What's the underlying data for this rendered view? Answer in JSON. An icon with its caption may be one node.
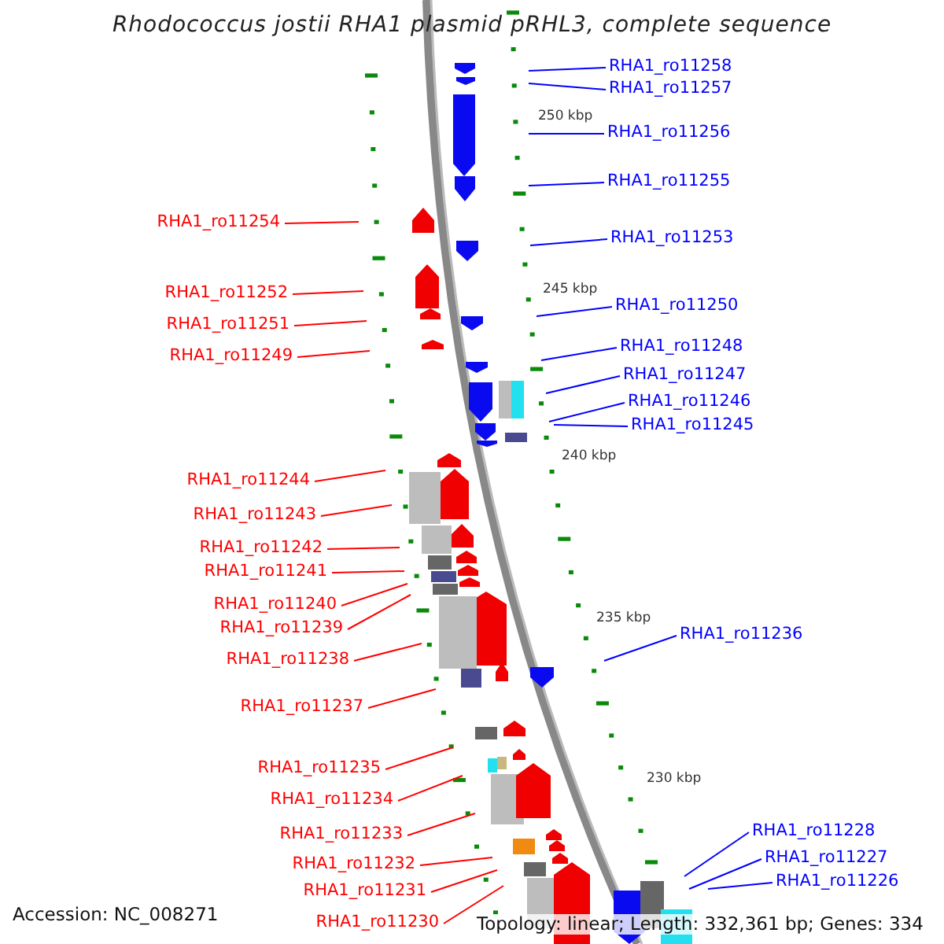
{
  "diagram": {
    "title": "Rhodococcus jostii RHA1 plasmid pRHL3, complete sequence",
    "nodes": [
      {
        "text": [
          "RHA1_ro11258"
        ]
      },
      {
        "text": [
          "RHA1_ro11257"
        ]
      },
      {
        "text": [
          "RHA1_ro11256"
        ]
      },
      {
        "text": [
          "RHA1_ro11255"
        ]
      },
      {
        "text": [
          "RHA1_ro11254"
        ]
      },
      {
        "text": [
          "RHA1_ro11253"
        ]
      },
      {
        "text": [
          "RHA1_ro11252"
        ]
      },
      {
        "text": [
          "RHA1_ro11250"
        ]
      },
      {
        "text": [
          "RHA1_ro11251"
        ]
      },
      {
        "text": [
          "RHA1_ro11248"
        ]
      },
      {
        "text": [
          "RHA1_ro11249"
        ]
      },
      {
        "text": [
          "RHA1_ro11247"
        ]
      },
      {
        "text": [
          "RHA1_ro11246"
        ]
      },
      {
        "text": [
          "RHA1_ro11245"
        ]
      },
      {
        "text": [
          "RHA1_ro11244"
        ]
      },
      {
        "text": [
          "RHA1_ro11243"
        ]
      },
      {
        "text": [
          "RHA1_ro11242"
        ]
      },
      {
        "text": [
          "RHA1_ro11241"
        ]
      },
      {
        "text": [
          "RHA1_ro11240"
        ]
      },
      {
        "text": [
          "RHA1_ro11239"
        ]
      },
      {
        "text": [
          "RHA1_ro11236"
        ]
      },
      {
        "text": [
          "RHA1_ro11238"
        ]
      },
      {
        "text": [
          "RHA1_ro11237"
        ]
      },
      {
        "text": [
          "RHA1_ro11235"
        ]
      },
      {
        "text": [
          "RHA1_ro11234"
        ]
      },
      {
        "text": [
          "RHA1_ro11228"
        ]
      },
      {
        "text": [
          "RHA1_ro11233"
        ]
      },
      {
        "text": [
          "RHA1_ro11227"
        ]
      },
      {
        "text": [
          "RHA1_ro11232"
        ]
      },
      {
        "text": [
          "RHA1_ro11226"
        ]
      },
      {
        "text": [
          "RHA1_ro11231"
        ]
      },
      {
        "text": [
          "RHA1_ro11230"
        ]
      }
    ],
    "edges": [
      {
        "from": 0,
        "to": null,
        "arrow": "none",
        "color": "#0000ff"
      },
      {
        "from": 1,
        "to": null,
        "arrow": "none",
        "color": "#0000ff"
      },
      {
        "from": 2,
        "to": null,
        "arrow": "none",
        "color": "#0000ff"
      },
      {
        "from": 3,
        "to": null,
        "arrow": "none",
        "color": "#0000ff"
      },
      {
        "from": 4,
        "to": null,
        "arrow": "none"
      },
      {
        "from": 5,
        "to": null,
        "arrow": "none",
        "color": "#0000ff"
      },
      {
        "from": 6,
        "to": null,
        "arrow": "none"
      },
      {
        "from": 7,
        "to": null,
        "arrow": "none",
        "color": "#0000ff"
      },
      {
        "from": 8,
        "to": null,
        "arrow": "none"
      },
      {
        "from": 9,
        "to": null,
        "arrow": "none",
        "color": "#0000ff"
      },
      {
        "from": 10,
        "to": null,
        "arrow": "none"
      },
      {
        "from": 11,
        "to": null,
        "arrow": "none",
        "color": "#0000ff"
      },
      {
        "from": 12,
        "to": null,
        "arrow": "none",
        "color": "#0000ff"
      },
      {
        "from": 13,
        "to": null,
        "arrow": "none",
        "color": "#0000ff"
      },
      {
        "from": 14,
        "to": null,
        "arrow": "none"
      },
      {
        "from": 15,
        "to": null,
        "arrow": "none"
      },
      {
        "from": 16,
        "to": null,
        "arrow": "none"
      },
      {
        "from": 17,
        "to": null,
        "arrow": "none"
      },
      {
        "from": 18,
        "to": null,
        "arrow": "none"
      },
      {
        "from": 19,
        "to": null,
        "arrow": "none"
      },
      {
        "from": 20,
        "to": null,
        "arrow": "none",
        "color": "#0000ff"
      },
      {
        "from": 21,
        "to": null,
        "arrow": "none"
      },
      {
        "from": 22,
        "to": null,
        "arrow": "none"
      },
      {
        "from": 23,
        "to": null,
        "arrow": "none"
      },
      {
        "from": 24,
        "to": null,
        "arrow": "none"
      },
      {
        "from": 25,
        "to": null,
        "arrow": "none",
        "color": "#0000ff"
      },
      {
        "from": 26,
        "to": null,
        "arrow": "none"
      },
      {
        "from": 27,
        "to": null,
        "arrow": "none",
        "color": "#0000ff"
      },
      {
        "from": 28,
        "to": null,
        "arrow": "none"
      },
      {
        "from": 29,
        "to": null,
        "arrow": "none",
        "color": "#0000ff"
      },
      {
        "from": 30,
        "to": null,
        "arrow": "none"
      },
      {
        "from": 31,
        "to": null,
        "arrow": "none"
      }
    ],
    "labels": [
      "250 kbp",
      "245 kbp",
      "240 kbp",
      "235 kbp",
      "230 kbp",
      "Accession: NC_008271",
      "Topology: linear; Length: 332,361 bp; Genes: 334"
    ]
  }
}
